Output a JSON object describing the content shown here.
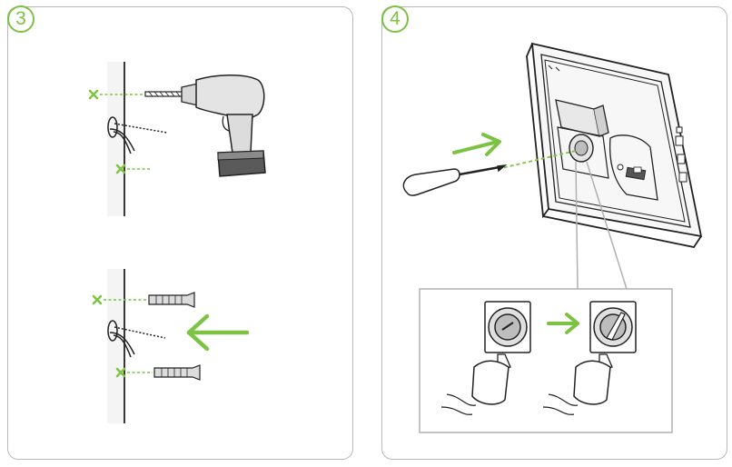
{
  "steps": [
    {
      "number": "3"
    },
    {
      "number": "4"
    }
  ],
  "colors": {
    "accent": "#7cc243",
    "line": "#222222",
    "wall": "#f3f3f3",
    "panel_border": "#b9b9b9"
  },
  "icons": [
    "wall-mark-x",
    "drill",
    "wall-plug",
    "arrow",
    "screwdriver",
    "thermostat-base",
    "screw-knob"
  ]
}
